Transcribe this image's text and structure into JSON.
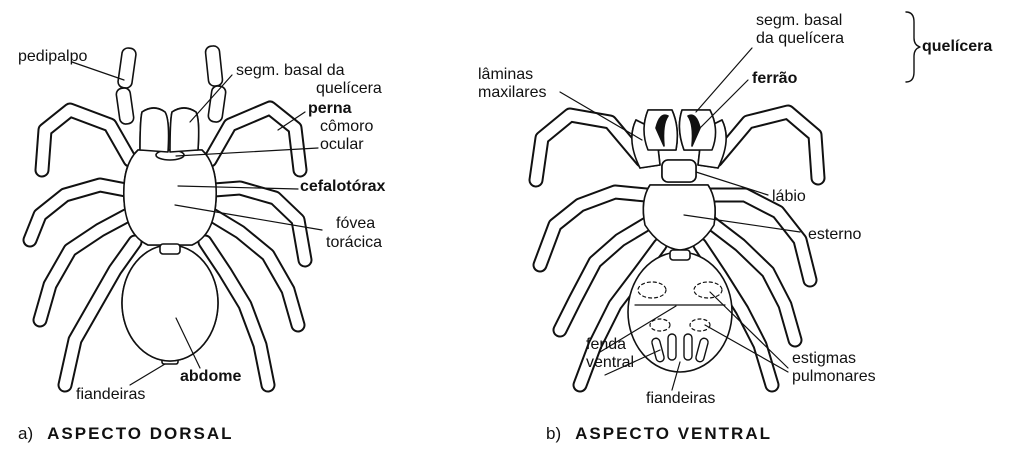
{
  "dorsal": {
    "caption_letter": "a)",
    "caption": "ASPECTO DORSAL",
    "labels": {
      "pedipalpo": "pedipalpo",
      "segm_basal_1": "segm. basal da",
      "segm_basal_2": "quelícera",
      "perna": "perna",
      "comoro_1": "cômoro",
      "comoro_2": "ocular",
      "cefalotorax": "cefalotórax",
      "fovea_1": "fóvea",
      "fovea_2": "torácica",
      "abdome": "abdome",
      "fiandeiras": "fiandeiras"
    }
  },
  "ventral": {
    "caption_letter": "b)",
    "caption": "ASPECTO VENTRAL",
    "labels": {
      "laminas_1": "lâminas",
      "laminas_2": "maxilares",
      "segm_basal_1": "segm. basal",
      "segm_basal_2": "da quelícera",
      "quelicera": "quelícera",
      "ferrao": "ferrão",
      "labio": "lábio",
      "esterno": "esterno",
      "fenda_1": "fenda",
      "fenda_2": "ventral",
      "estigmas_1": "estigmas",
      "estigmas_2": "pulmonares",
      "fiandeiras": "fiandeiras"
    }
  }
}
